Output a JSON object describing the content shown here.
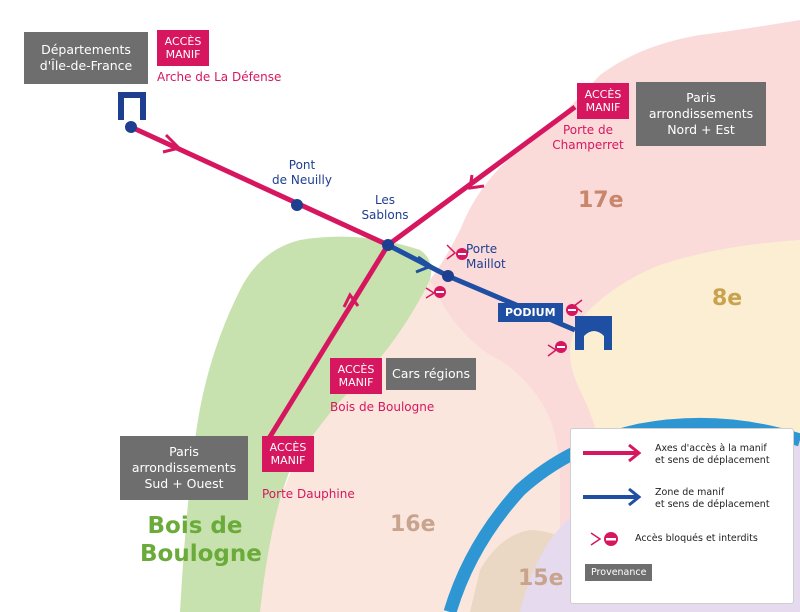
{
  "boxes": {
    "departements": "Départements\nd'Île-de-France",
    "nord_est": "Paris\narrondissements\nNord + Est",
    "sud_ouest": "Paris\narrondissements\nSud + Ouest",
    "cars_regions": "Cars régions"
  },
  "acces_label": "ACCÈS\nMANIF",
  "access_places": {
    "defense": "Arche de La Défense",
    "champerret": "Porte de\nChamperret",
    "boulogne": "Bois de Boulogne",
    "dauphine": "Porte Dauphine"
  },
  "stops": {
    "neuilly": "Pont\nde Neuilly",
    "sablons": "Les\nSablons",
    "maillot": "Porte\nMaillot"
  },
  "podium": "PODIUM",
  "districts": {
    "d17": "17e",
    "d8": "8e",
    "d16": "16e",
    "d15": "15e"
  },
  "park_label": "Bois de\nBoulogne",
  "legend": {
    "access_routes": "Axes d'accès à la manif\net sens de déplacement",
    "demo_zone": "Zone de manif\net sens de déplacement",
    "blocked": "Accès bloqués et interdits",
    "provenance": "Provenance"
  },
  "colors": {
    "access_route": "#d6175f",
    "demo_zone": "#1e4fa3",
    "gray_box": "#6e6e6e",
    "park_green": "#6aab3a",
    "district_17": "#c8866b",
    "district_8": "#c9a24e",
    "district_16": "#c8a48e",
    "seine": "#2e97d3"
  },
  "icons": [
    "arch-icon",
    "no-entry-icon",
    "arrow-icon"
  ]
}
